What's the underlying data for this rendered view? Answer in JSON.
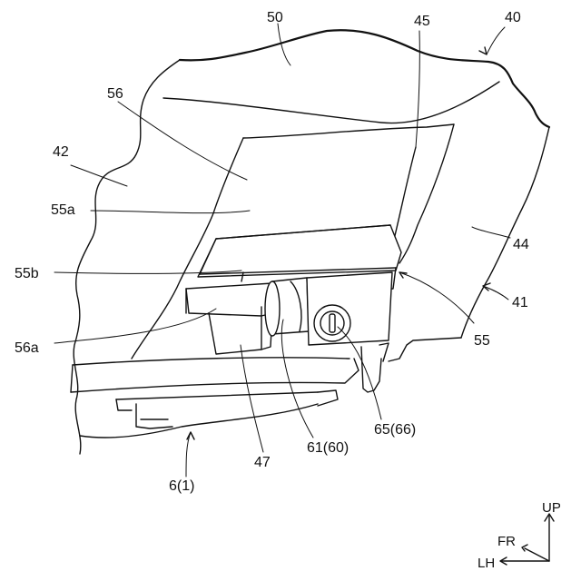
{
  "labels": {
    "l50": "50",
    "l45": "45",
    "l40": "40",
    "l56": "56",
    "l42": "42",
    "l55a": "55a",
    "l44": "44",
    "l55b": "55b",
    "l41": "41",
    "l56a": "56a",
    "l55": "55",
    "l61": "61(60)",
    "l65": "65(66)",
    "l47": "47",
    "l6": "6(1)"
  },
  "directions": {
    "up": "UP",
    "fr": "FR",
    "lh": "LH"
  }
}
